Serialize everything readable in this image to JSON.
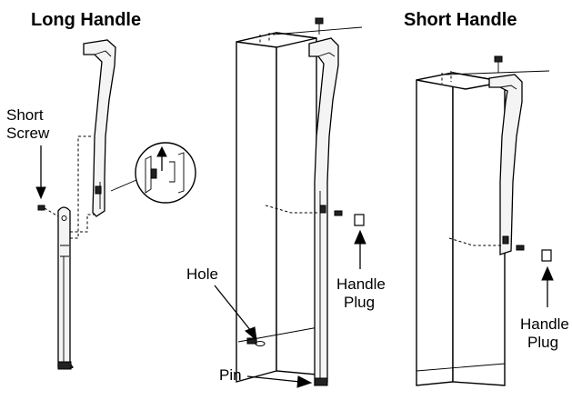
{
  "titles": {
    "long_handle": "Long Handle",
    "short_handle": "Short Handle"
  },
  "labels": {
    "short_screw_line1": "Short",
    "short_screw_line2": "Screw",
    "hole": "Hole",
    "pin": "Pin",
    "handle_plug_center_line1": "Handle",
    "handle_plug_center_line2": "Plug",
    "handle_plug_right_line1": "Handle",
    "handle_plug_right_line2": "Plug"
  }
}
